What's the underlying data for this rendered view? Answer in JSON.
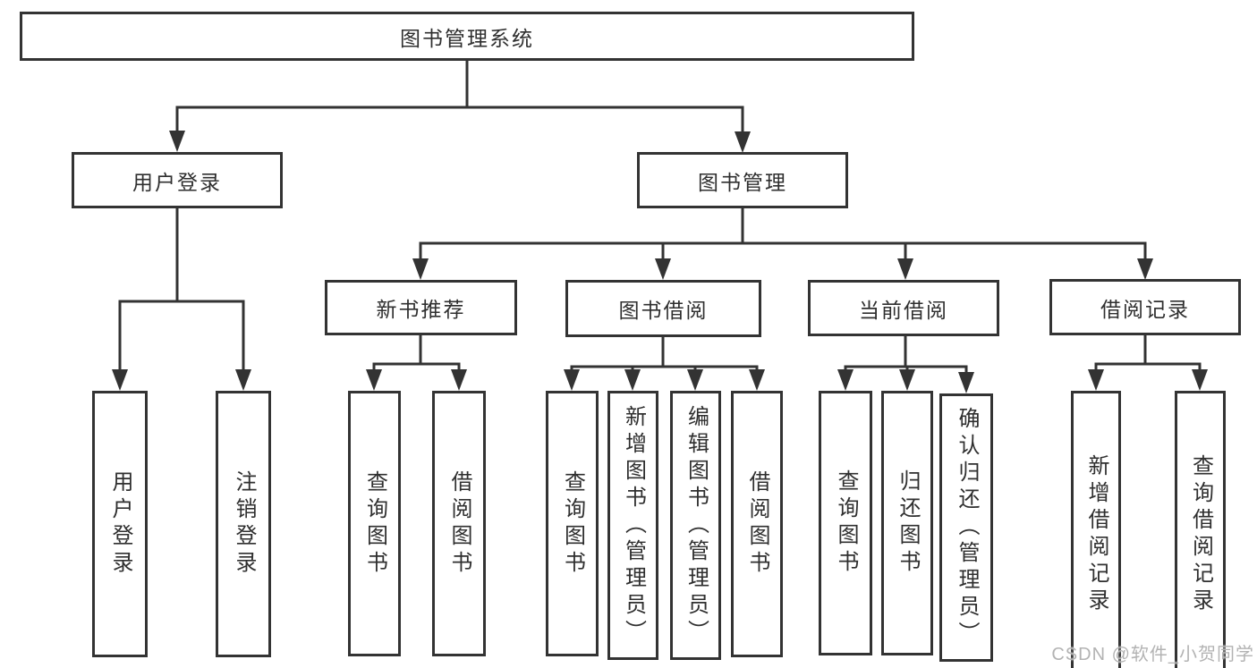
{
  "diagram": {
    "root": {
      "label": "图书管理系统"
    },
    "user_branch": {
      "label": "用户登录",
      "children": [
        {
          "label": "用户登录"
        },
        {
          "label": "注销登录"
        }
      ]
    },
    "mgmt_branch": {
      "label": "图书管理",
      "modules": [
        {
          "label": "新书推荐",
          "children": [
            {
              "label": "查询图书"
            },
            {
              "label": "借阅图书"
            }
          ]
        },
        {
          "label": "图书借阅",
          "children": [
            {
              "label": "查询图书"
            },
            {
              "label": "新增图书（管理员）"
            },
            {
              "label": "编辑图书（管理员）"
            },
            {
              "label": "借阅图书"
            }
          ]
        },
        {
          "label": "当前借阅",
          "children": [
            {
              "label": "查询图书"
            },
            {
              "label": "归还图书"
            },
            {
              "label": "确认归还（管理员）"
            }
          ]
        },
        {
          "label": "借阅记录",
          "children": [
            {
              "label": "新增借阅记录"
            },
            {
              "label": "查询借阅记录"
            }
          ]
        }
      ]
    }
  },
  "watermark": {
    "text": "CSDN @软件_小贺同学"
  },
  "colors": {
    "line": "#333333",
    "border": "#333333",
    "text": "#2f2f2f",
    "background": "#ffffff",
    "watermark": "#b3b3b3"
  }
}
